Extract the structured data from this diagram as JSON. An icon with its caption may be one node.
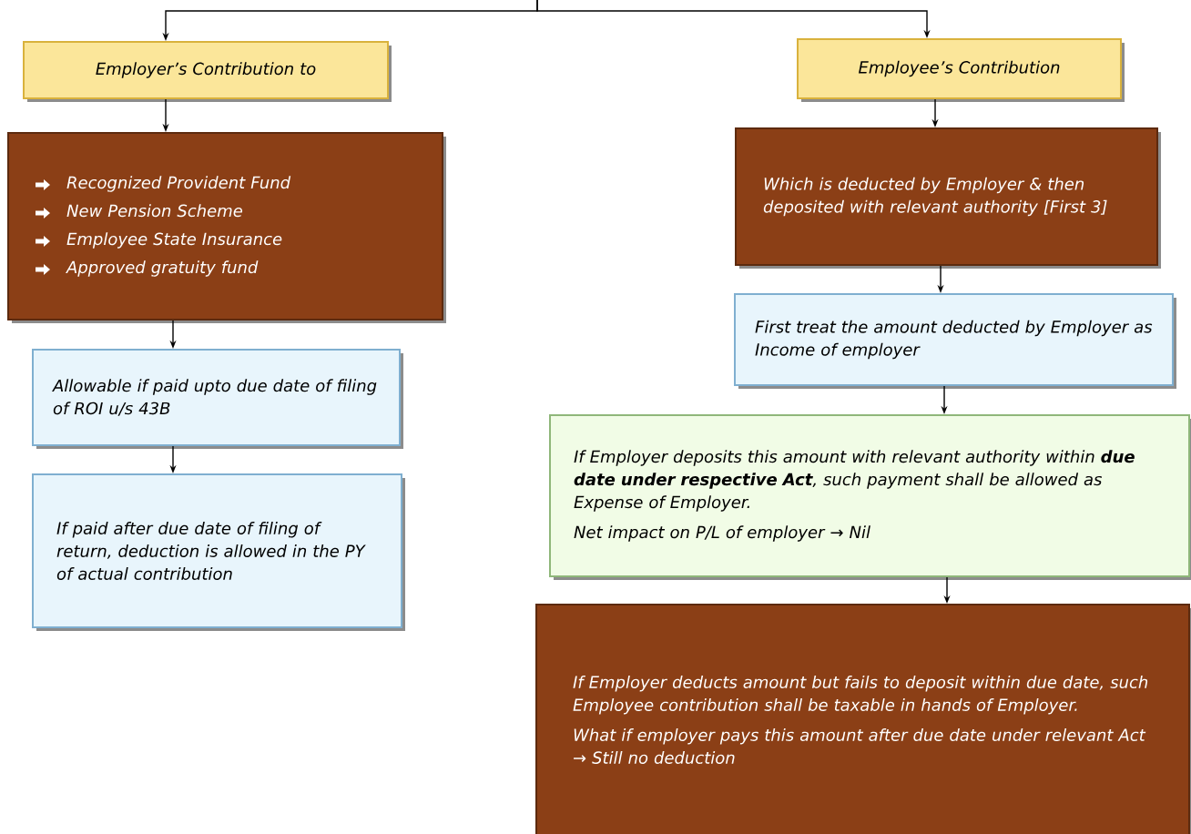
{
  "diagram": {
    "nodes": [
      {
        "text": [
          "Employer’s Contribution to"
        ]
      },
      {
        "text": [
          "Recognized Provident Fund",
          "New Pension Scheme",
          "Employee State Insurance",
          "Approved gratuity fund"
        ]
      },
      {
        "text": [
          "Allowable if paid upto due date of filing of ROI u/s 43B"
        ]
      },
      {
        "text": [
          "If paid after due date of filing of return, deduction is allowed in the PY of actual contribution"
        ]
      },
      {
        "text": [
          "Employee’s Contribution"
        ]
      },
      {
        "text": [
          "Which is deducted by Employer & then deposited with relevant authority [First 3]"
        ]
      },
      {
        "text": [
          "First treat the amount deducted by Employer as Income of employer"
        ]
      },
      {
        "text": [
          "If Employer deposits this amount with relevant authority within **due date under respective Act**, such payment shall be allowed as Expense of Employer.",
          "Net impact on P/L of employer → Nil"
        ]
      },
      {
        "text": [
          "If Employer deducts amount but fails to deposit within due date, such Employee contribution shall be taxable in hands of Employer.",
          "What if employer pays this amount after due date under relevant Act → Still no deduction"
        ]
      }
    ],
    "edges": [
      {
        "from": null,
        "to": 0,
        "arrow": "to"
      },
      {
        "from": null,
        "to": 4,
        "arrow": "to"
      },
      {
        "from": 0,
        "to": 1,
        "arrow": "to"
      },
      {
        "from": 1,
        "to": 2,
        "arrow": "to"
      },
      {
        "from": 2,
        "to": 3,
        "arrow": "to"
      },
      {
        "from": 4,
        "to": 5,
        "arrow": "to"
      },
      {
        "from": 5,
        "to": 6,
        "arrow": "to"
      },
      {
        "from": 6,
        "to": 7,
        "arrow": "to"
      },
      {
        "from": 7,
        "to": 8,
        "arrow": "to"
      }
    ]
  }
}
